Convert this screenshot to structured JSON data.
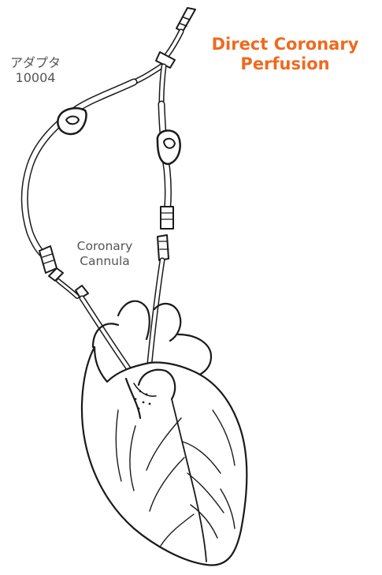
{
  "title": {
    "line1": "Direct Coronary",
    "line2": "Perfusion"
  },
  "labels": {
    "adapter": {
      "line1": "アダプタ",
      "line2": "10004"
    },
    "cannula": {
      "line1": "Coronary",
      "line2": "Cannula"
    }
  },
  "colors": {
    "title": "#ee6a1f",
    "label": "#555555",
    "line": "#1a1a1a"
  }
}
